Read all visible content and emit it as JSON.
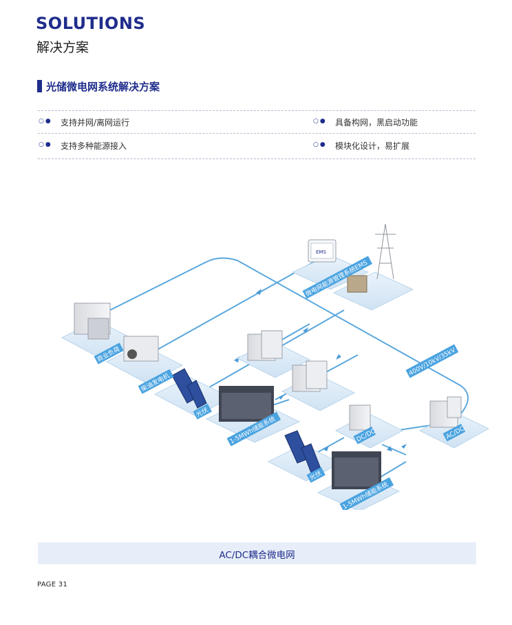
{
  "header": {
    "title_en": "SOLUTIONS",
    "title_cn": "解决方案"
  },
  "section": {
    "title": "光储微电网系统解决方案"
  },
  "features": [
    "支持并网/离网运行",
    "具备构网，黑启动功能",
    "支持多种能源接入",
    "模块化设计，易扩展"
  ],
  "diagram": {
    "labels": {
      "commercial_load": "商业负荷",
      "diesel": "柴油发电机",
      "pv_1": "光伏",
      "storage_1": "1-5MWh储能系统",
      "ems": "微电网能源管理系统EMS",
      "ems_screen": "EMS",
      "grid_voltage": "400V/10kV/35kV",
      "acdc": "AC/DC",
      "dcdc": "DC/DC",
      "pv_2": "光伏",
      "storage_2": "1-5MWh储能系统"
    }
  },
  "caption": "AC/DC耦合微电网",
  "footer": {
    "page": "PAGE 31"
  }
}
